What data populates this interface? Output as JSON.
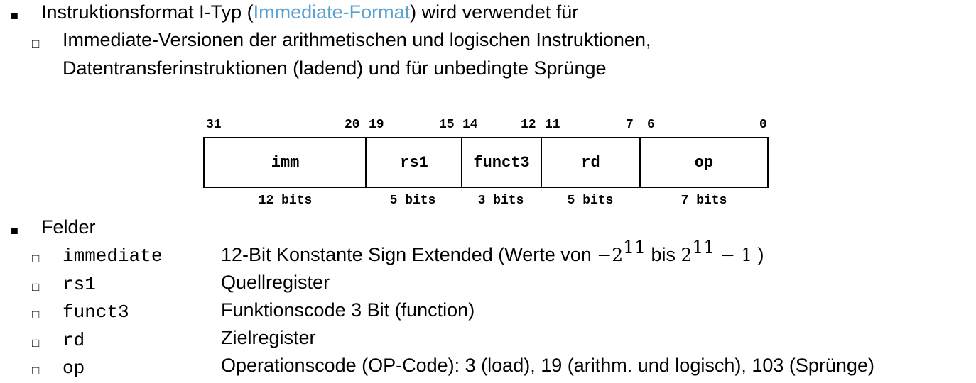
{
  "intro": {
    "bullet_main": "■",
    "bullet_sub": "□",
    "title_prefix": "Instruktionsformat I-Typ (",
    "title_link": "Immediate-Format",
    "title_suffix": ") wird verwendet für",
    "sub_line1": "Immediate-Versionen der arithmetischen und logischen Instruktionen,",
    "sub_line2": "Datentransferinstruktionen (ladend) und für unbedingte Sprünge"
  },
  "format": {
    "bit_positions": [
      "31",
      "20",
      "19",
      "15",
      "14",
      "12",
      "11",
      "7",
      "6",
      "0"
    ],
    "fields": [
      {
        "name": "imm",
        "width": "12 bits"
      },
      {
        "name": "rs1",
        "width": "5 bits"
      },
      {
        "name": "funct3",
        "width": "3 bits"
      },
      {
        "name": "rd",
        "width": "5 bits"
      },
      {
        "name": "op",
        "width": "7 bits"
      }
    ]
  },
  "felder": {
    "heading": "Felder",
    "items": [
      {
        "name": "immediate",
        "desc_prefix": "12-Bit Konstante Sign Extended (Werte von ",
        "math_a": "−2",
        "exp_a": "11",
        "mid": " bis ",
        "math_b": "2",
        "exp_b": "11",
        "math_c": " − 1",
        "desc_suffix": " )"
      },
      {
        "name": "rs1",
        "desc": "Quellregister"
      },
      {
        "name": "funct3",
        "desc": "Funktionscode 3 Bit (function)"
      },
      {
        "name": "rd",
        "desc": "Zielregister"
      },
      {
        "name": "op",
        "desc": "Operationscode (OP-Code): 3 (load), 19 (arithm. und logisch), 103 (Sprünge)"
      }
    ]
  }
}
